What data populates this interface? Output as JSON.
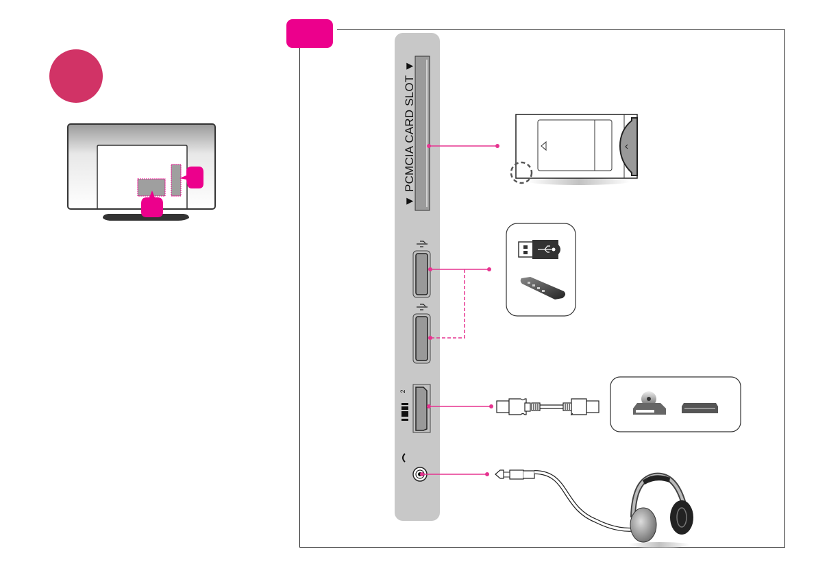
{
  "overview": {
    "step_indicator_color": "#d13366",
    "callout_color": "#ec008c",
    "callouts": [
      {
        "label": ""
      },
      {
        "label": ""
      }
    ]
  },
  "section": {
    "badge_label": "",
    "badge_color": "#ec008c",
    "line_color": "#e6338f"
  },
  "ports": {
    "pcmcia": {
      "label": "▼ PCMCIA CARD SLOT ▼"
    },
    "usb_1": {
      "label": "USB",
      "symbol": "usb-icon"
    },
    "usb_2": {
      "label": "USB",
      "symbol": "usb-icon"
    },
    "hdmi": {
      "label": "HDMI",
      "number": "2"
    },
    "headphone": {
      "label": "headphone-icon"
    }
  },
  "devices": {
    "ci_module": "CI module card",
    "usb_devices": [
      "usb-flash-drive",
      "usb-hub"
    ],
    "hdmi_devices": [
      "dvd-player",
      "set-top-box"
    ],
    "audio_device": "headphones"
  }
}
